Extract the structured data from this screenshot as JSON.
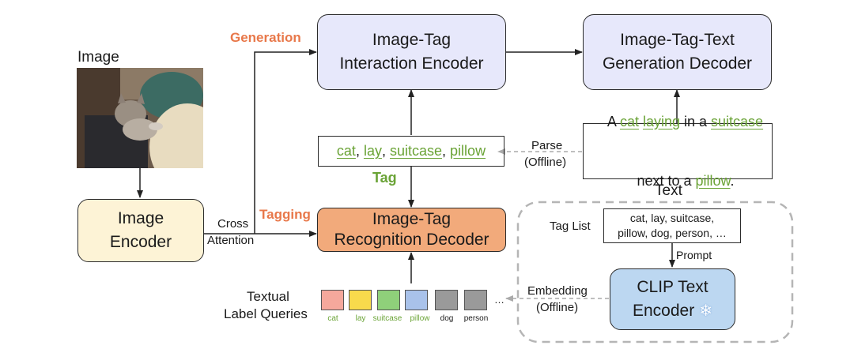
{
  "image_label": "Image",
  "text_label": "Text",
  "boxes": {
    "interaction_encoder": [
      "Image-Tag",
      "Interaction Encoder"
    ],
    "generation_decoder": [
      "Image-Tag-Text",
      "Generation Decoder"
    ],
    "image_encoder": [
      "Image",
      "Encoder"
    ],
    "recognition_decoder": [
      "Image-Tag",
      "Recognition Decoder"
    ],
    "clip_encoder": [
      "CLIP Text",
      "Encoder"
    ]
  },
  "labels": {
    "generation": "Generation",
    "tagging": "Tagging",
    "cross": "Cross",
    "attention": "Attention",
    "tag": "Tag",
    "parse": "Parse",
    "offline1": "(Offline)",
    "tag_list": "Tag List",
    "prompt": "Prompt",
    "embedding": "Embedding",
    "offline2": "(Offline)",
    "textual": "Textual",
    "label_queries": "Label Queries"
  },
  "tag_box": {
    "tags": [
      "cat",
      "lay",
      "suitcase",
      "pillow"
    ],
    "sep": ", "
  },
  "caption": {
    "p1": "A ",
    "w1": "cat",
    "p2": " ",
    "w2": "laying",
    "p3": " in a ",
    "w3": "suitcase",
    "p4": "next to a ",
    "w4": "pillow",
    "p5": "."
  },
  "tag_list": [
    "cat, lay, suitcase,",
    "pillow, dog, person, …"
  ],
  "queries": [
    {
      "label": "cat",
      "color": "#f5a89c",
      "green": true
    },
    {
      "label": "lay",
      "color": "#f8da4c",
      "green": true
    },
    {
      "label": "suitcase",
      "color": "#8fd07a",
      "green": true
    },
    {
      "label": "pillow",
      "color": "#a9c2ea",
      "green": true
    },
    {
      "label": "dog",
      "color": "#9a9a9a",
      "green": false
    },
    {
      "label": "person",
      "color": "#9a9a9a",
      "green": false
    }
  ],
  "queries_ellipsis": "…",
  "colors": {
    "accent": "#e8784a",
    "green": "#6aa336",
    "encoder_purple": "#e7e8fb",
    "image_encoder": "#fdf3d6",
    "recognition": "#f2aa7b",
    "clip": "#bcd7f1"
  },
  "icons": {
    "snowflake": "snowflake-icon"
  }
}
